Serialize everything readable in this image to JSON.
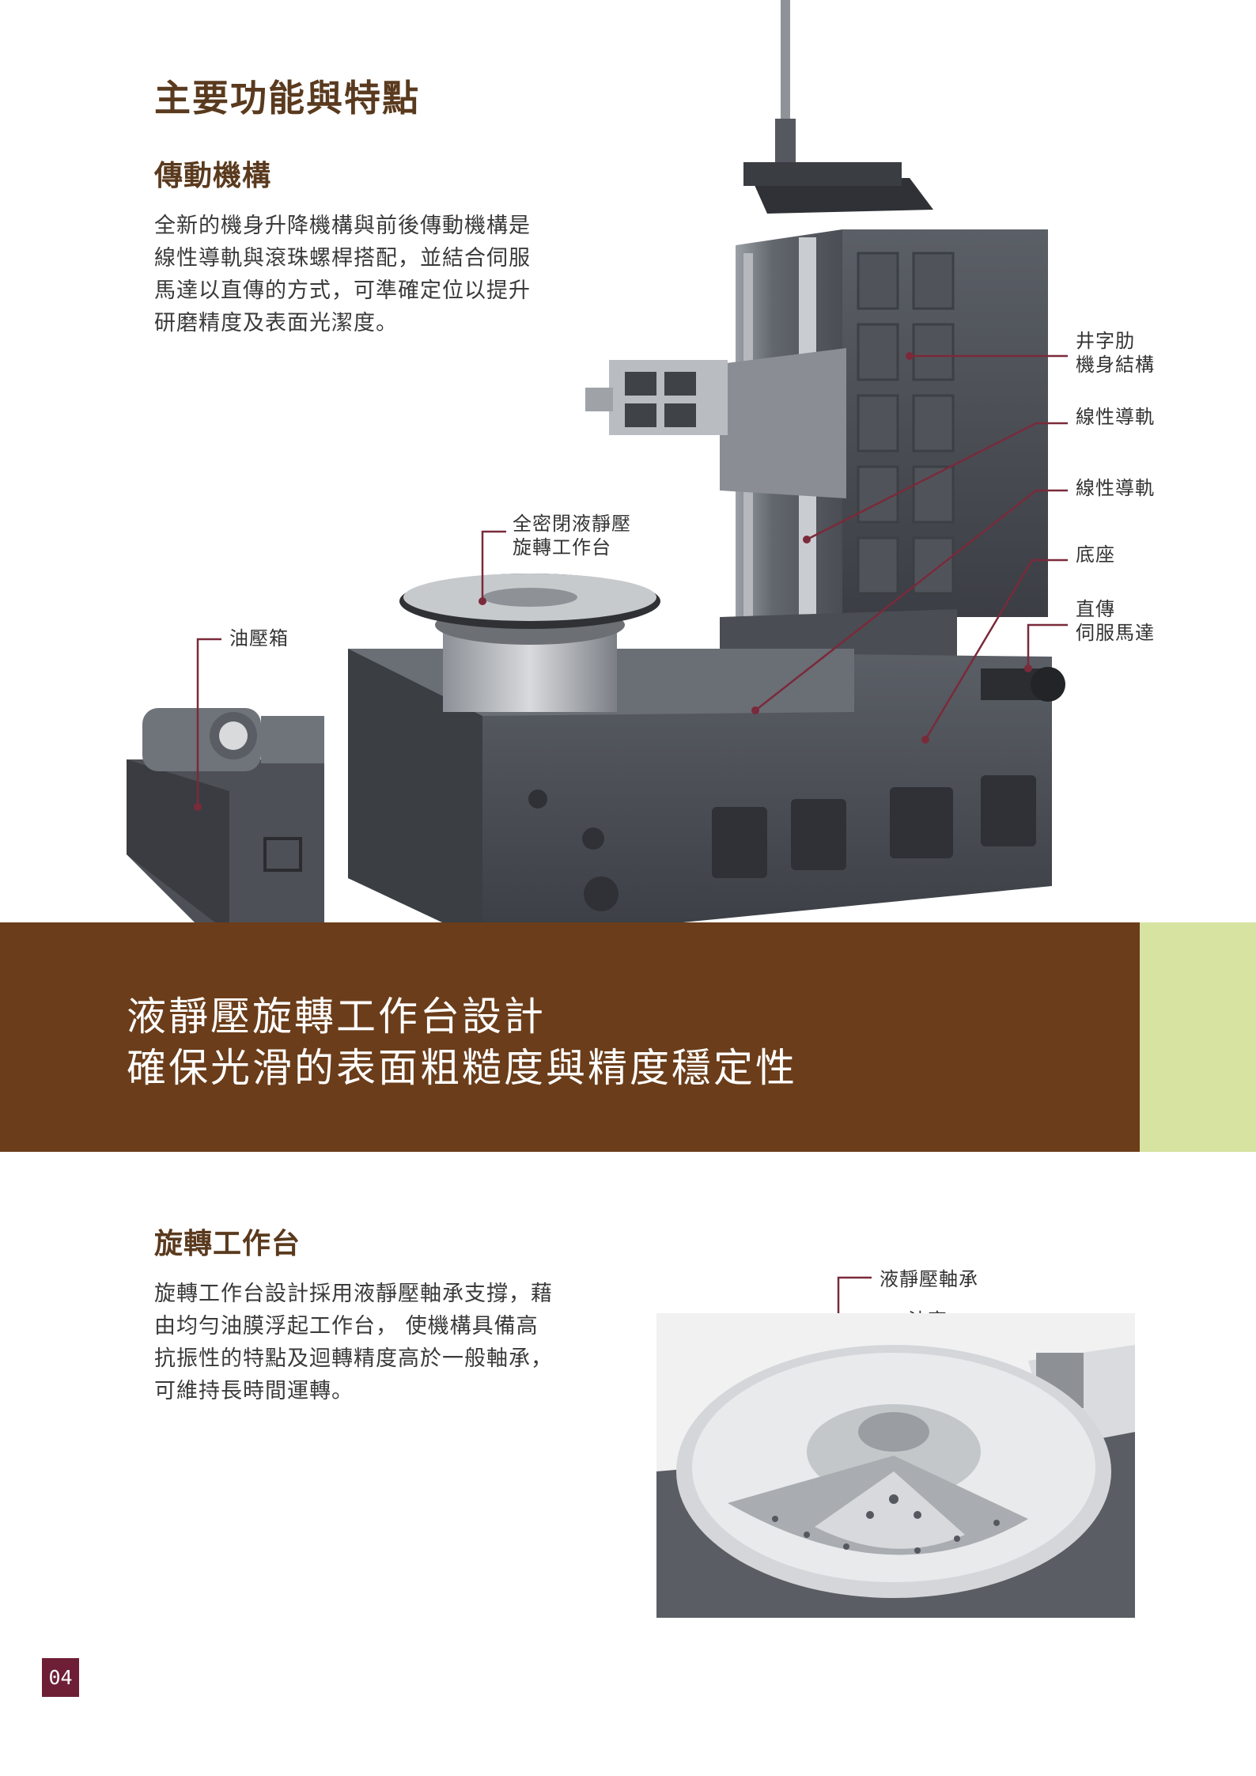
{
  "page": {
    "title": "主要功能與特點",
    "page_number": "04"
  },
  "transmission": {
    "heading": "傳動機構",
    "lines": [
      "全新的機身升降機構與前後傳動機構是",
      "線性導軌與滾珠螺桿搭配，並結合伺服",
      "馬達以直傳的方式，可準確定位以提升",
      "研磨精度及表面光潔度。"
    ]
  },
  "machine_callouts": {
    "frame": "井字肋\n機身結構",
    "rail_1": "線性導軌",
    "rail_2": "線性導軌",
    "base": "底座",
    "servo": "直傳\n伺服馬達",
    "rotary_table": "全密閉液靜壓\n旋轉工作台",
    "hydraulic_tank": "油壓箱"
  },
  "banner": {
    "line1": "液靜壓旋轉工作台設計",
    "line2": "確保光滑的表面粗糙度與精度穩定性"
  },
  "rotary": {
    "heading": "旋轉工作台",
    "lines": [
      "旋轉工作台設計採用液靜壓軸承支撐，藉",
      "由均勻油膜浮起工作台， 使機構具備高",
      "抗振性的特點及迴轉精度高於一般軸承，",
      "可維持長時間運轉。"
    ],
    "callout_bearing": "液靜壓軸承",
    "callout_oil": "油室"
  },
  "colors": {
    "heading_brown": "#5a3a1e",
    "banner_brown": "#6b3d1a",
    "banner_accent": "#d6e3a1",
    "leader_line": "#7a2a3a",
    "page_badge": "#6e1f36"
  }
}
